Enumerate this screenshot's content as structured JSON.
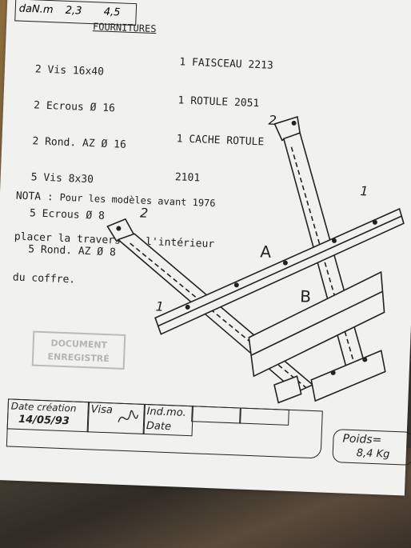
{
  "header_table": {
    "unit": "daN.m",
    "val1": "2,3",
    "val2": "4,5"
  },
  "fournitures": {
    "title": "FOURNITURES",
    "left_items": [
      "2 Vis 16x40",
      "2 Ecrous Ø 16",
      "2 Rond. AZ Ø 16",
      "5 Vis 8x30",
      "5 Ecrous Ø 8",
      "5 Rond. AZ Ø 8"
    ],
    "right_items": [
      "1 FAISCEAU 2213",
      "1 ROTULE 2051",
      "1 CACHE ROTULE",
      "2101"
    ]
  },
  "nota": {
    "label": "NOTA :",
    "line1": "Pour les modèles avant 1976",
    "line2": "placer la traverse à l'intérieur",
    "line3": "du coffre."
  },
  "diagram_labels": {
    "a": "A",
    "b": "B",
    "n1_top": "1",
    "n2_top": "2",
    "n2_left": "2",
    "n1_left": "1"
  },
  "stamp": {
    "line1": "DOCUMENT",
    "line2": "ENREGISTRÉ"
  },
  "footer": {
    "date_creation_label": "Date création",
    "date_creation_value": "14/05/93",
    "visa_label": "Visa",
    "indmo_label": "Ind.mo.",
    "date_label": "Date",
    "poids_label": "Poids=",
    "poids_value": "8,4 Kg"
  }
}
